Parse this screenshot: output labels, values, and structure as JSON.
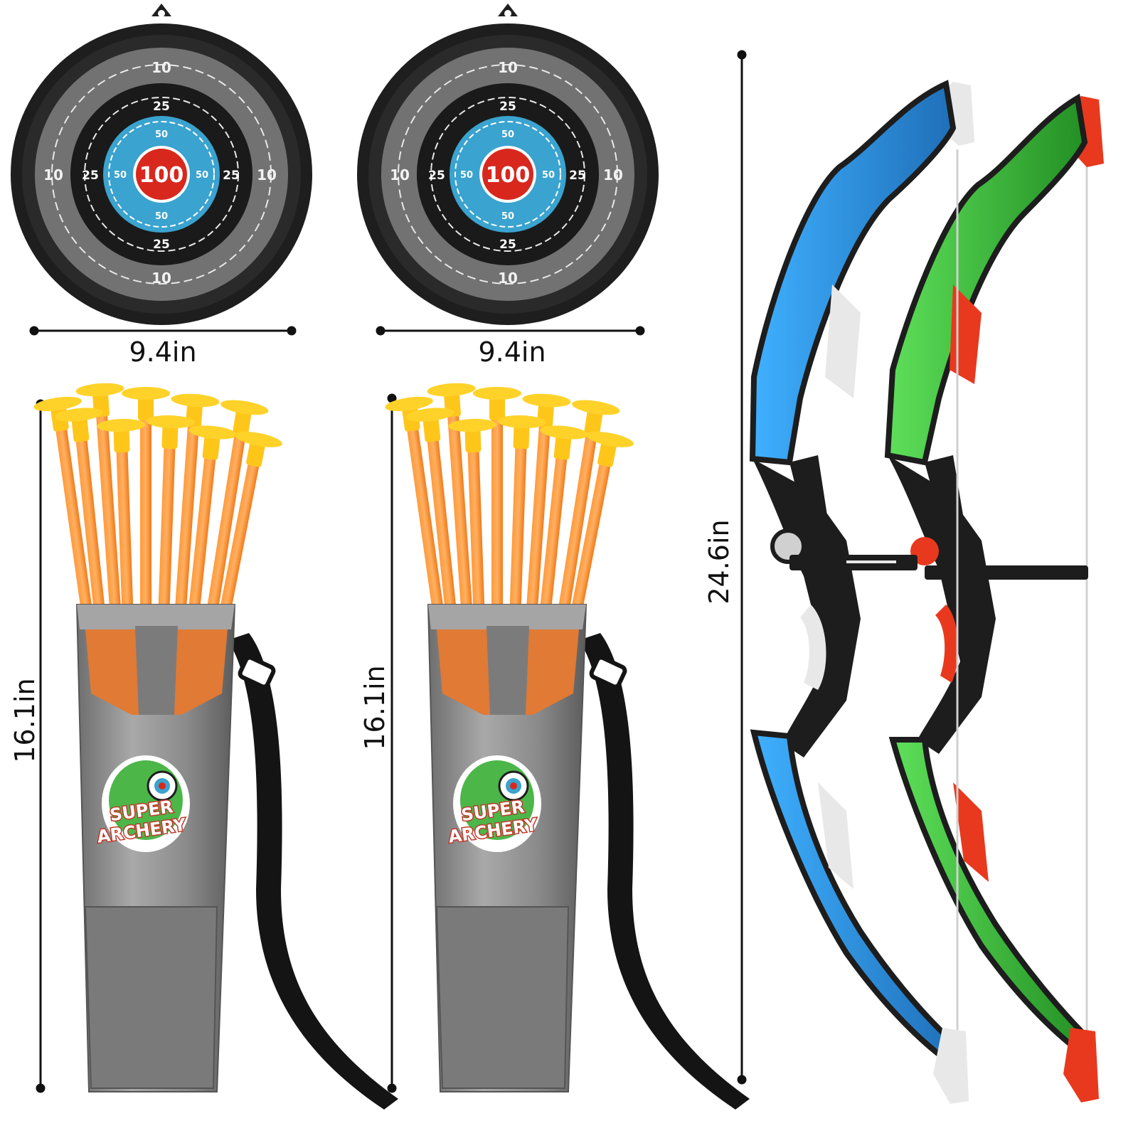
{
  "colors": {
    "target_outer_rim": "#1e1e1e",
    "target_ring_gray": "#6f6f6f",
    "target_ring_black": "#1a1a1a",
    "target_ring_blue": "#3aa3cf",
    "target_bullseye_red": "#d8281e",
    "arrow_shaft": "#ff8c2a",
    "arrow_tip": "#ffc61a",
    "quiver_body": "#8e8e8e",
    "quiver_trim": "#e07a35",
    "strap": "#141414",
    "bow_blue": "#2e9ae6",
    "bow_green": "#35c23a",
    "bow_black": "#1d1d1d",
    "bow_accent_white": "#e8e8e8",
    "bow_accent_red": "#e8391e"
  },
  "targets": [
    {
      "icon": "dartboard-target-icon",
      "ring_10": "10",
      "ring_25": "25",
      "ring_50": "50",
      "bullseye": "100"
    },
    {
      "icon": "dartboard-target-icon",
      "ring_10": "10",
      "ring_25": "25",
      "ring_50": "50",
      "bullseye": "100"
    }
  ],
  "quivers": [
    {
      "icon": "arrow-quiver-icon",
      "logo_text": "SUPER ARCHERY"
    },
    {
      "icon": "arrow-quiver-icon",
      "logo_text": "SUPER ARCHERY"
    }
  ],
  "bows": [
    {
      "icon": "blue-bow-icon"
    },
    {
      "icon": "green-bow-icon"
    }
  ],
  "dimensions": {
    "target_left_width": "9.4in",
    "target_right_width": "9.4in",
    "quiver_left_height": "16.1in",
    "quiver_right_height": "16.1in",
    "bow_height": "24.6in"
  }
}
